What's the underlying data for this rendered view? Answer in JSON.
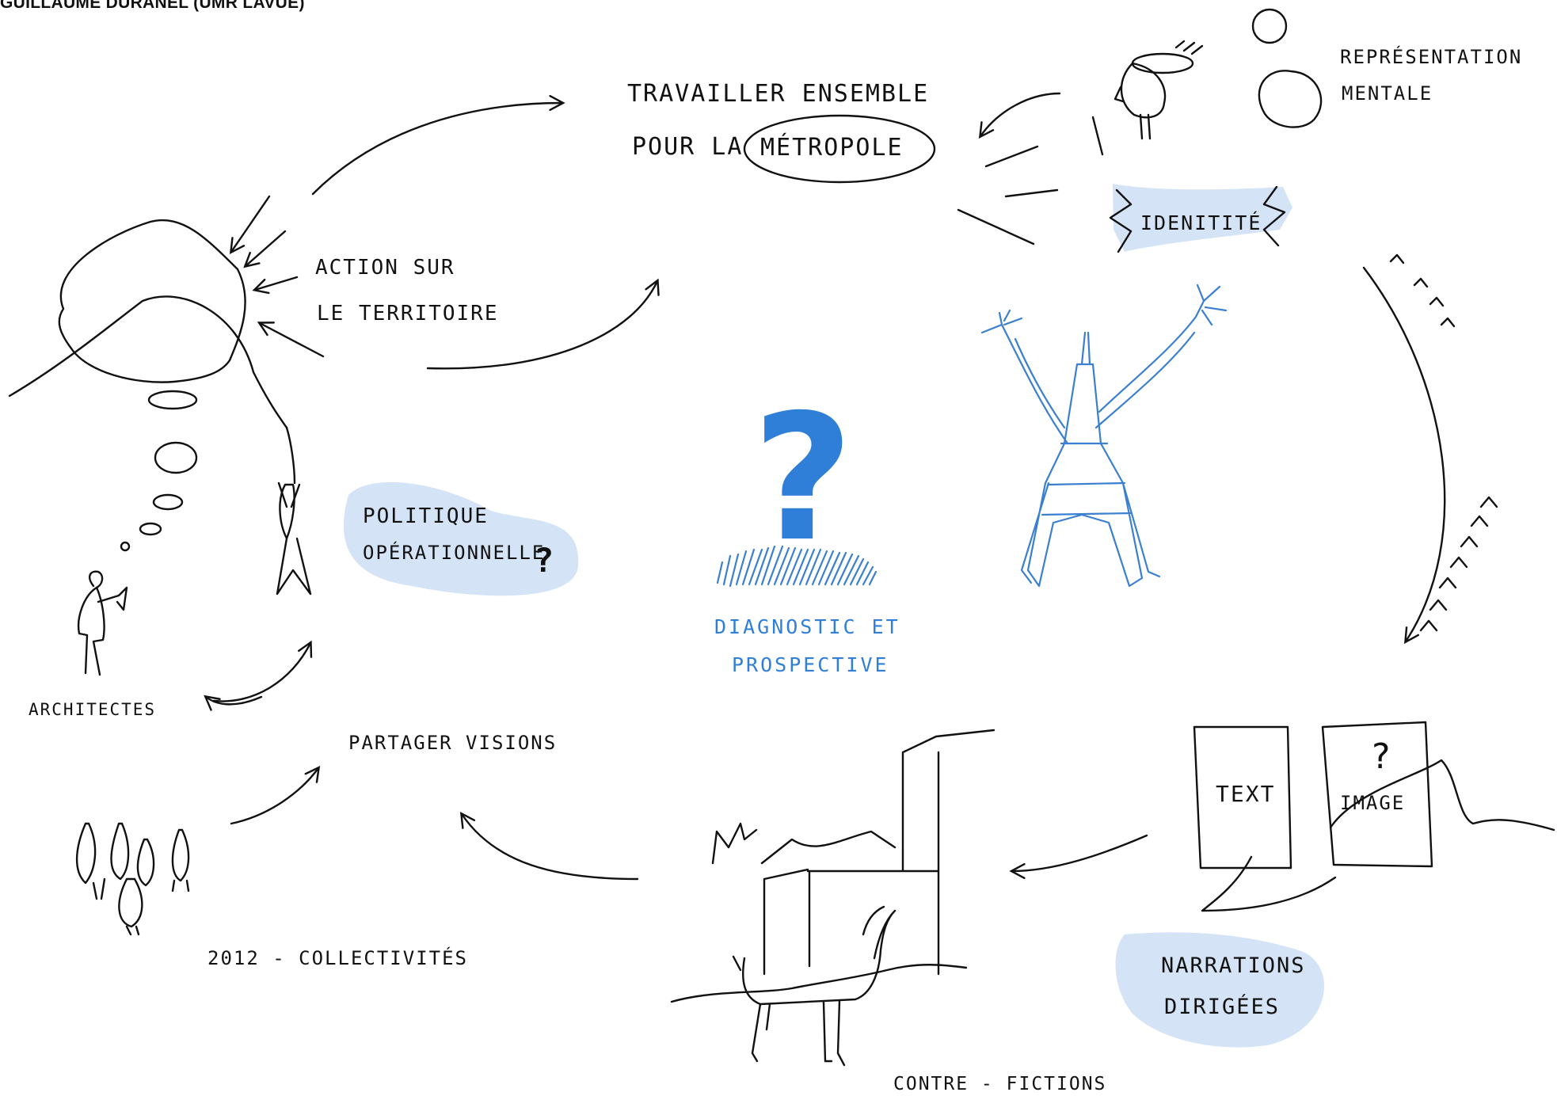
{
  "credit": "GUILLAUME DURANEL (UMR LAVUE)",
  "nodes": {
    "title_line1": "TRAVAILLER ENSEMBLE",
    "title_line2_prefix": "POUR LA",
    "title_line2_boxed": "MÉTROPOLE",
    "action_line1": "ACTION SUR",
    "action_line2": "LE TERRITOIRE",
    "politique_line1": "POLITIQUE",
    "politique_line2": "OPÉRATIONNELLE",
    "politique_mark": "?",
    "architectes": "ARCHITECTES",
    "partager": "PARTAGER VISIONS",
    "collectivites": "2012 - COLLECTIVITÉS",
    "diagnostic_line1": "DIAGNOSTIC ET",
    "diagnostic_line2": "PROSPECTIVE",
    "big_question": "?",
    "identite": "IDENITITÉ",
    "representation_line1": "REPRÉSENTATION",
    "representation_line2": "MENTALE",
    "text_card": "TEXT",
    "image_card": "IMAGE",
    "image_mark": "?",
    "narrations_line1": "NARRATIONS",
    "narrations_line2": "DIRIGÉES",
    "contre_fictions": "CONTRE - FICTIONS"
  },
  "colors": {
    "ink": "#111111",
    "accent_blue": "#2f7fd8",
    "blob_fill": "#d4e4f6"
  }
}
